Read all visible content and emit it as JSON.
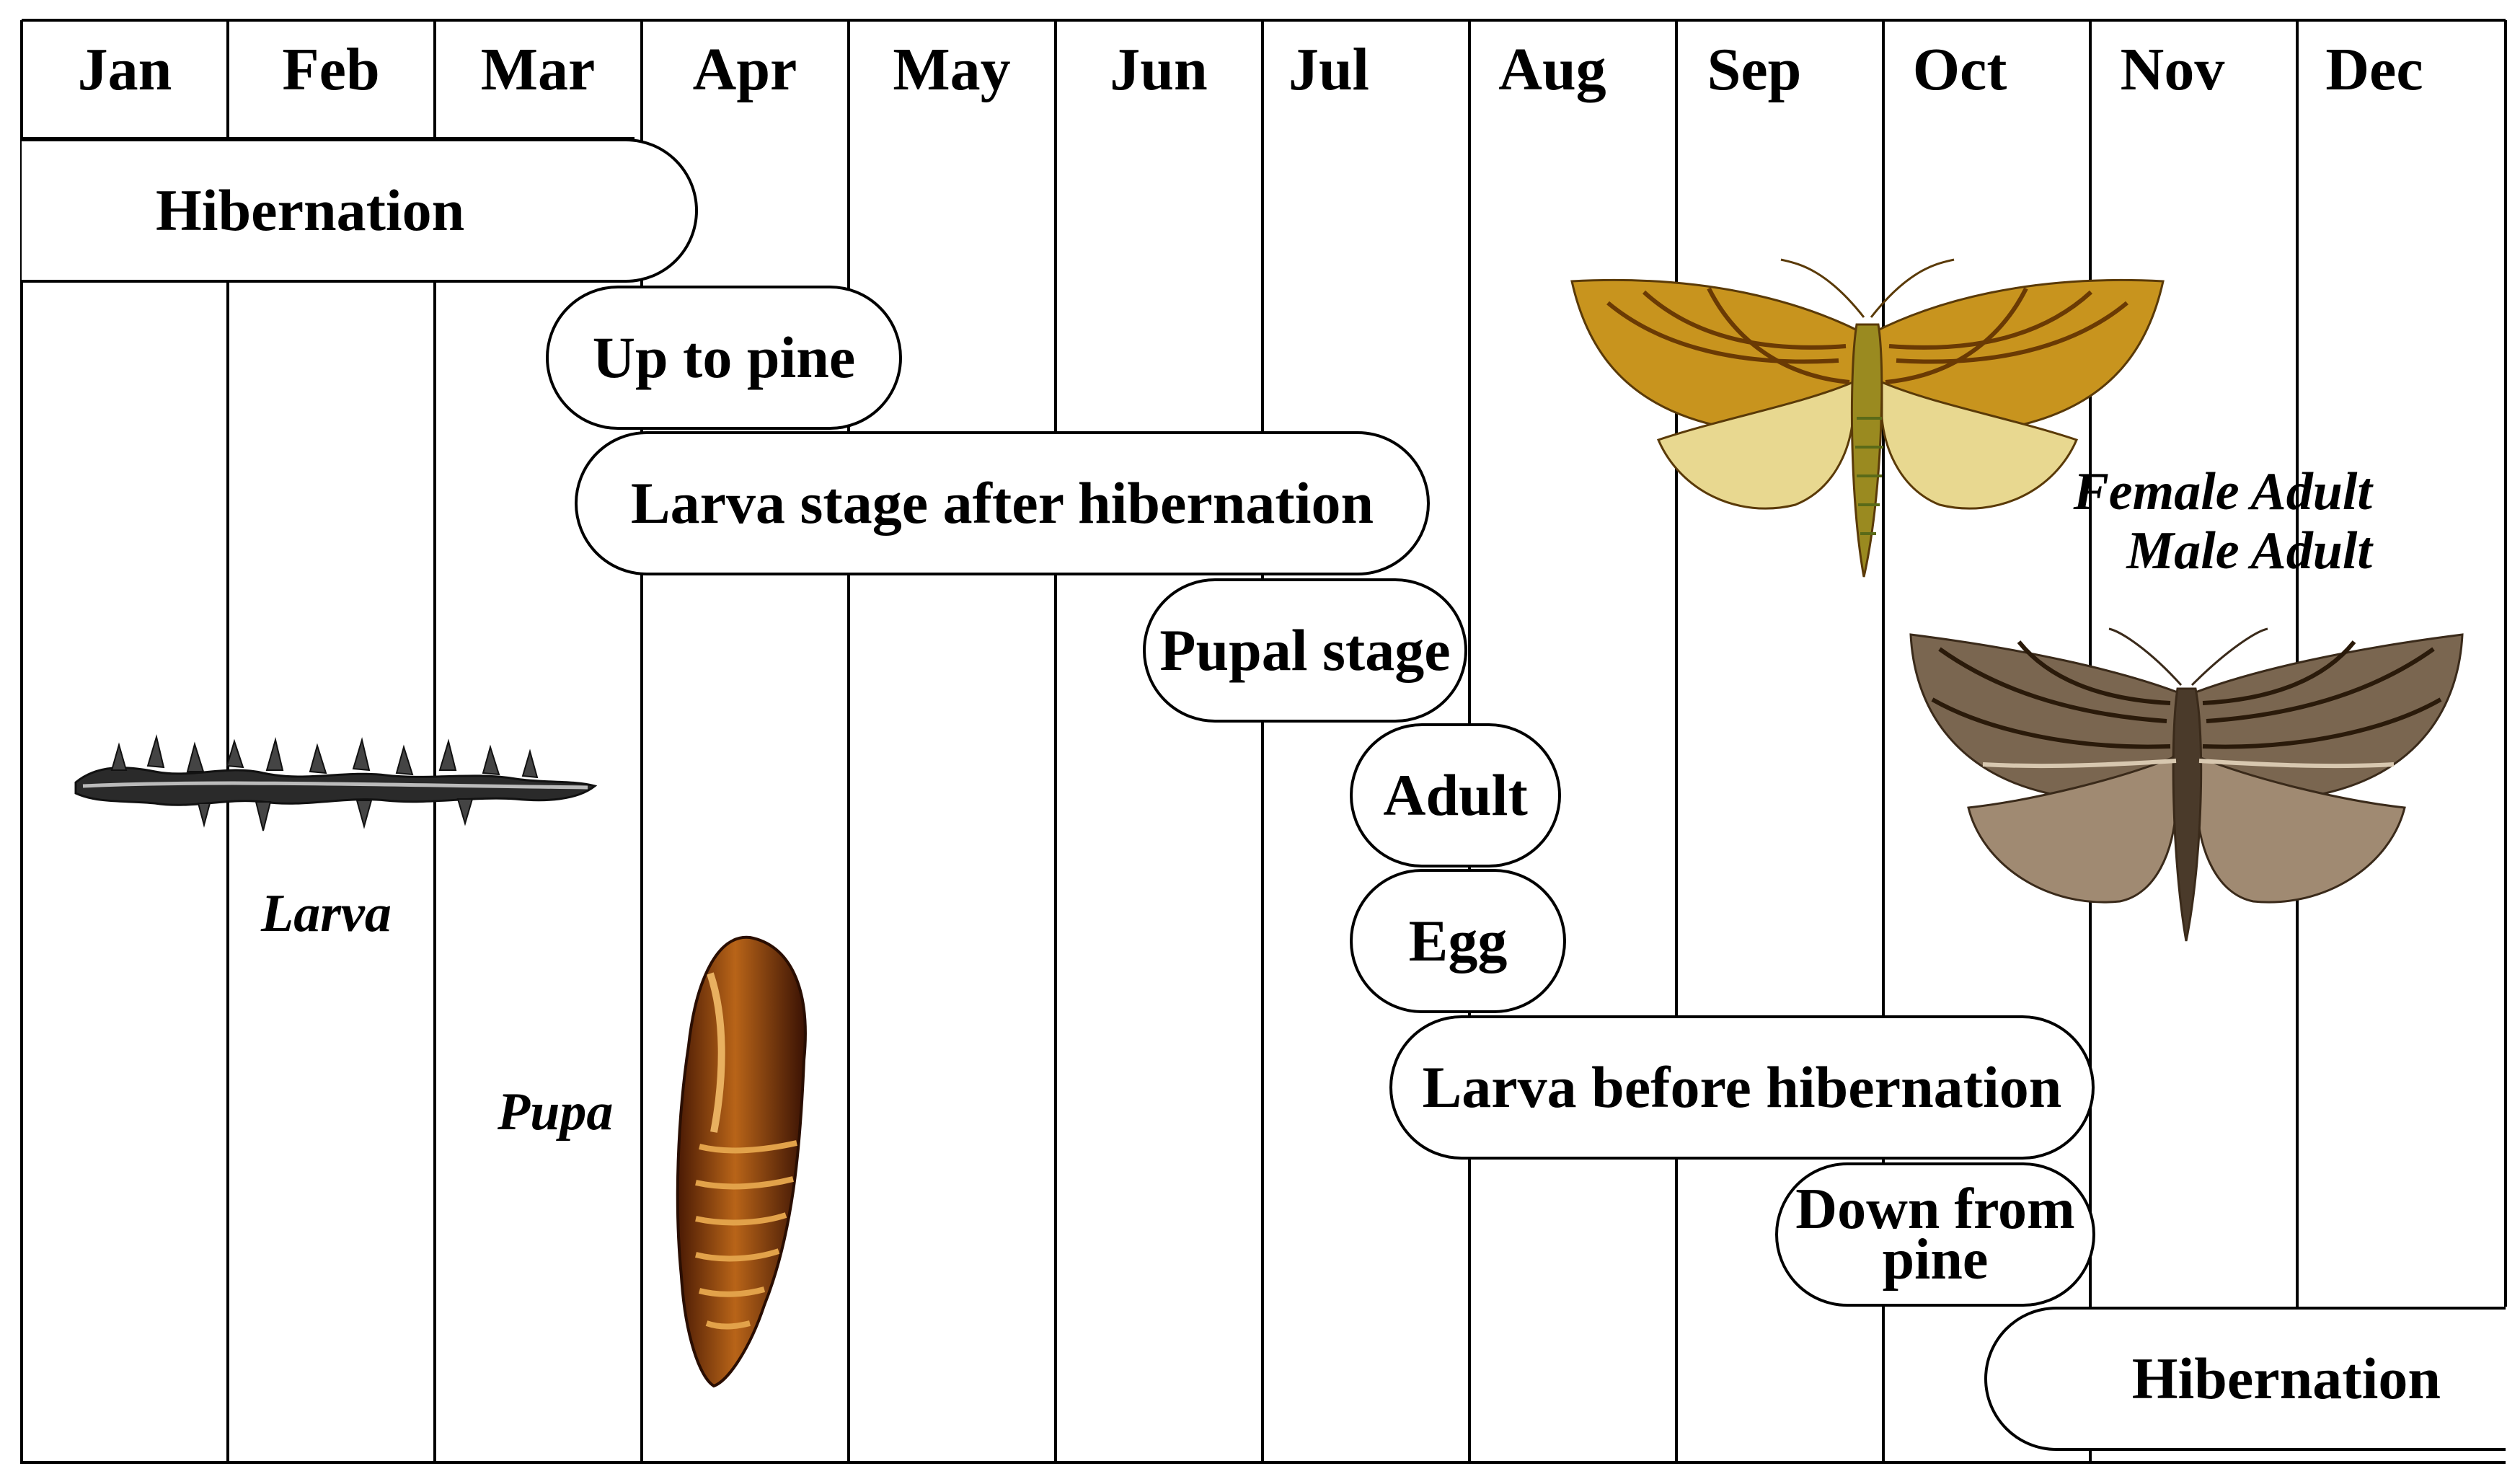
{
  "months": [
    "Jan",
    "Feb",
    "Mar",
    "Apr",
    "May",
    "Jun",
    "Jul",
    "Aug",
    "Sep",
    "Oct",
    "Nov",
    "Dec"
  ],
  "stages": {
    "hibernation_start": "Hibernation",
    "up_to_pine": "Up to pine",
    "larva_after_hibernation": "Larva stage after hibernation",
    "pupal_stage": "Pupal stage",
    "adult": "Adult",
    "egg": "Egg",
    "larva_before_hibernation": "Larva before hibernation",
    "down_from_pine": "Down from pine",
    "hibernation_end": "Hibernation"
  },
  "captions": {
    "larva": "Larva",
    "pupa": "Pupa",
    "female_adult": "Female Adult",
    "male_adult": "Male Adult"
  },
  "colors": {
    "grid": "#000000",
    "female_wing": "#c8941e",
    "female_hindwing": "#e8d890",
    "male_wing": "#7a6650",
    "pupa": "#8a3a0a",
    "larva": "#2a2a2a"
  },
  "icons": [
    "larva-illustration",
    "pupa-illustration",
    "female-moth-illustration",
    "male-moth-illustration"
  ]
}
